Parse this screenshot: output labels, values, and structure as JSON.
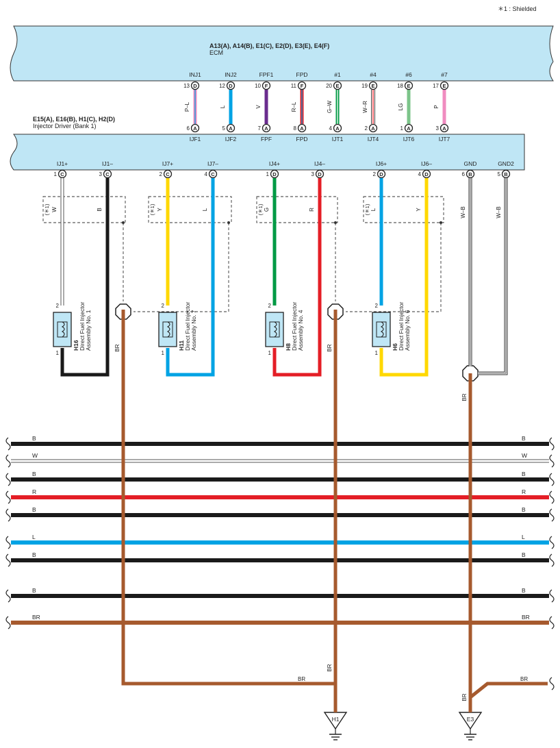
{
  "note": "＊1 : Shielded",
  "ecm": {
    "codes": "A13(A), A14(B), E1(C), E2(D), E3(E), E4(F)",
    "name": "ECM",
    "pins": [
      {
        "label": "INJ1",
        "num": "13",
        "conn": "D",
        "color": "P–L",
        "bottom_num": "6",
        "bottom_conn": "A",
        "bottom_label": "IJF1"
      },
      {
        "label": "INJ2",
        "num": "12",
        "conn": "D",
        "color": "L",
        "bottom_num": "5",
        "bottom_conn": "A",
        "bottom_label": "IJF2"
      },
      {
        "label": "FPF1",
        "num": "10",
        "conn": "F",
        "color": "V",
        "bottom_num": "7",
        "bottom_conn": "A",
        "bottom_label": "FPF"
      },
      {
        "label": "FPD",
        "num": "11",
        "conn": "F",
        "color": "R–L",
        "bottom_num": "8",
        "bottom_conn": "A",
        "bottom_label": "FPD"
      },
      {
        "label": "#1",
        "num": "20",
        "conn": "E",
        "color": "G–W",
        "bottom_num": "4",
        "bottom_conn": "A",
        "bottom_label": "IJT1"
      },
      {
        "label": "#4",
        "num": "19",
        "conn": "E",
        "color": "W–R",
        "bottom_num": "2",
        "bottom_conn": "A",
        "bottom_label": "IJT4"
      },
      {
        "label": "#6",
        "num": "18",
        "conn": "E",
        "color": "LG",
        "bottom_num": "1",
        "bottom_conn": "A",
        "bottom_label": "IJT6"
      },
      {
        "label": "#7",
        "num": "17",
        "conn": "E",
        "color": "P",
        "bottom_num": "3",
        "bottom_conn": "A",
        "bottom_label": "IJT7"
      }
    ]
  },
  "driver": {
    "codes": "E15(A), E16(B), H1(C), H2(D)",
    "name": "Injector Driver (Bank 1)",
    "outputs": [
      {
        "label": "IJ1+",
        "num": "1",
        "conn": "C",
        "color": "W"
      },
      {
        "label": "IJ1–",
        "num": "3",
        "conn": "C",
        "color": "B"
      },
      {
        "label": "IJ7+",
        "num": "2",
        "conn": "C",
        "color": "Y"
      },
      {
        "label": "IJ7–",
        "num": "4",
        "conn": "C",
        "color": "L"
      },
      {
        "label": "IJ4+",
        "num": "1",
        "conn": "D",
        "color": "G"
      },
      {
        "label": "IJ4–",
        "num": "3",
        "conn": "D",
        "color": "R"
      },
      {
        "label": "IJ6+",
        "num": "2",
        "conn": "D",
        "color": "L"
      },
      {
        "label": "IJ6–",
        "num": "4",
        "conn": "D",
        "color": "Y"
      },
      {
        "label": "GND",
        "num": "6",
        "conn": "B",
        "color": "W–B"
      },
      {
        "label": "GND2",
        "num": "5",
        "conn": "B",
        "color": "W–B"
      }
    ]
  },
  "shield_mark": "(＊1)",
  "injectors": [
    {
      "code": "H16",
      "line1": "Direct Fuel Injector",
      "line2": "Assembly No. 1",
      "pin_top": "2",
      "pin_bottom": "1"
    },
    {
      "code": "H11",
      "line1": "Direct Fuel Injector",
      "line2": "Assembly No. 7",
      "pin_top": "2",
      "pin_bottom": "1"
    },
    {
      "code": "H8",
      "line1": "Direct Fuel Injector",
      "line2": "Assembly No. 4",
      "pin_top": "2",
      "pin_bottom": "1"
    },
    {
      "code": "H6",
      "line1": "Direct Fuel Injector",
      "line2": "Assembly No. 6",
      "pin_top": "2",
      "pin_bottom": "1"
    }
  ],
  "bus_wires": [
    {
      "label": "B",
      "color": "#1a1a1a"
    },
    {
      "label": "W",
      "color": "#ffffff"
    },
    {
      "label": "B",
      "color": "#1a1a1a"
    },
    {
      "label": "R",
      "color": "#e41e26"
    },
    {
      "label": "B",
      "color": "#1a1a1a"
    },
    {
      "label": "L",
      "color": "#00a3e4"
    },
    {
      "label": "B",
      "color": "#1a1a1a"
    },
    {
      "label": "B",
      "color": "#1a1a1a"
    },
    {
      "label": "BR",
      "color": "#a65a2e"
    }
  ],
  "drain_label": "BR",
  "grounds": [
    {
      "code": "H1"
    },
    {
      "code": "E3"
    }
  ],
  "colors": {
    "panel": "#bfe6f5",
    "black": "#1a1a1a",
    "blue": "#00a3e4",
    "red": "#e41e26",
    "yellow": "#ffd800",
    "green": "#009a44",
    "brown": "#a65a2e",
    "violet": "#6a2c8e",
    "pink": "#f08cc0",
    "lightgreen": "#7cc48a"
  }
}
